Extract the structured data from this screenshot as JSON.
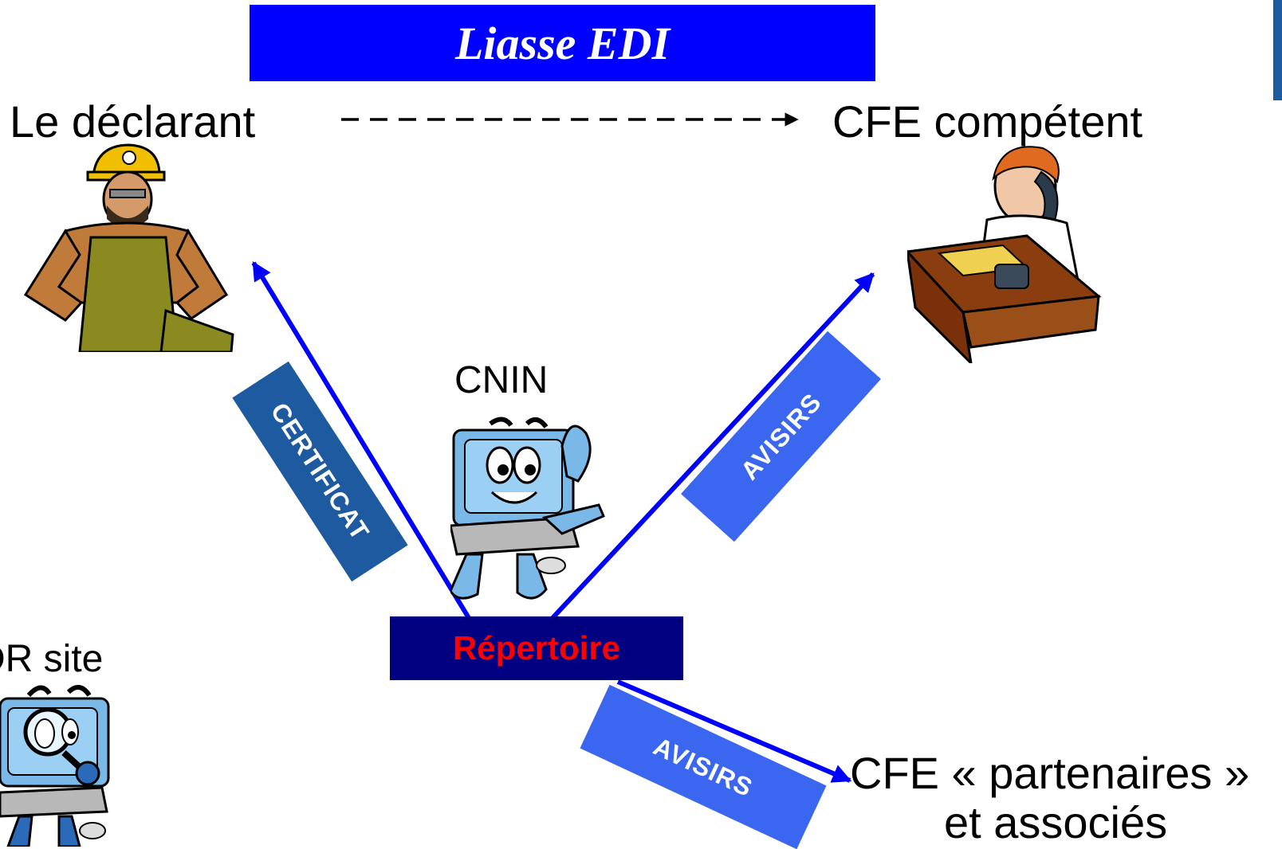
{
  "banner": {
    "title": "Liasse EDI"
  },
  "actors": {
    "declarant": "Le déclarant",
    "cfe_competent": "CFE compétent",
    "cnin": "CNIN",
    "dr_site": "DR site",
    "cfe_partenaires_line1": "CFE « partenaires »",
    "cfe_partenaires_line2": "et associés"
  },
  "repertoire": {
    "label": "Répertoire"
  },
  "flows": {
    "certificat": "CERTIFICAT",
    "avisirs_top": "AVISIRS",
    "avisirs_bottom": "AVISIRS"
  },
  "colors": {
    "banner": "#0000ff",
    "arrow": "#0000ff",
    "repertoire_bg": "#000080",
    "repertoire_text": "#ff0000",
    "certificat_band": "#1d5aa0",
    "avisirs_band": "#3a66f0"
  }
}
